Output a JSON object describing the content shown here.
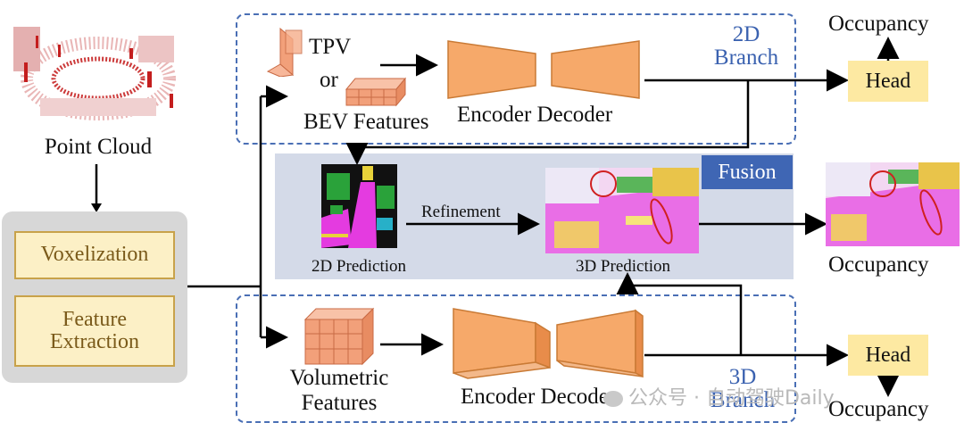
{
  "point_cloud": {
    "label": "Point Cloud"
  },
  "left_steps": [
    "Voxelization",
    "Feature\nExtraction"
  ],
  "branch_2d": {
    "tag": "2D\nBranch",
    "tpv": "TPV",
    "or": "or",
    "bev": "BEV Features",
    "enc_dec": "Encoder Decoder",
    "head": "Head",
    "output": "Occupancy"
  },
  "fusion": {
    "tag": "Fusion",
    "pred_2d": "2D Prediction",
    "refinement": "Refinement",
    "pred_3d": "3D Prediction",
    "output": "Occupancy"
  },
  "branch_3d": {
    "tag": "3D\nBranch",
    "volumetric": "Volumetric\nFeatures",
    "enc_dec": "Encoder Decoder",
    "head": "Head",
    "output": "Occupancy"
  },
  "watermark": "公众号 · 自动驾驶Daily",
  "colors": {
    "dashed_border": "#4a6fb5",
    "fusion_bg": "#d4dae8",
    "fusion_tag": "#3f66b4",
    "trapezoid": "#f6a96a",
    "head_box": "#fde9a2",
    "step_box": "#fcf0c6"
  }
}
